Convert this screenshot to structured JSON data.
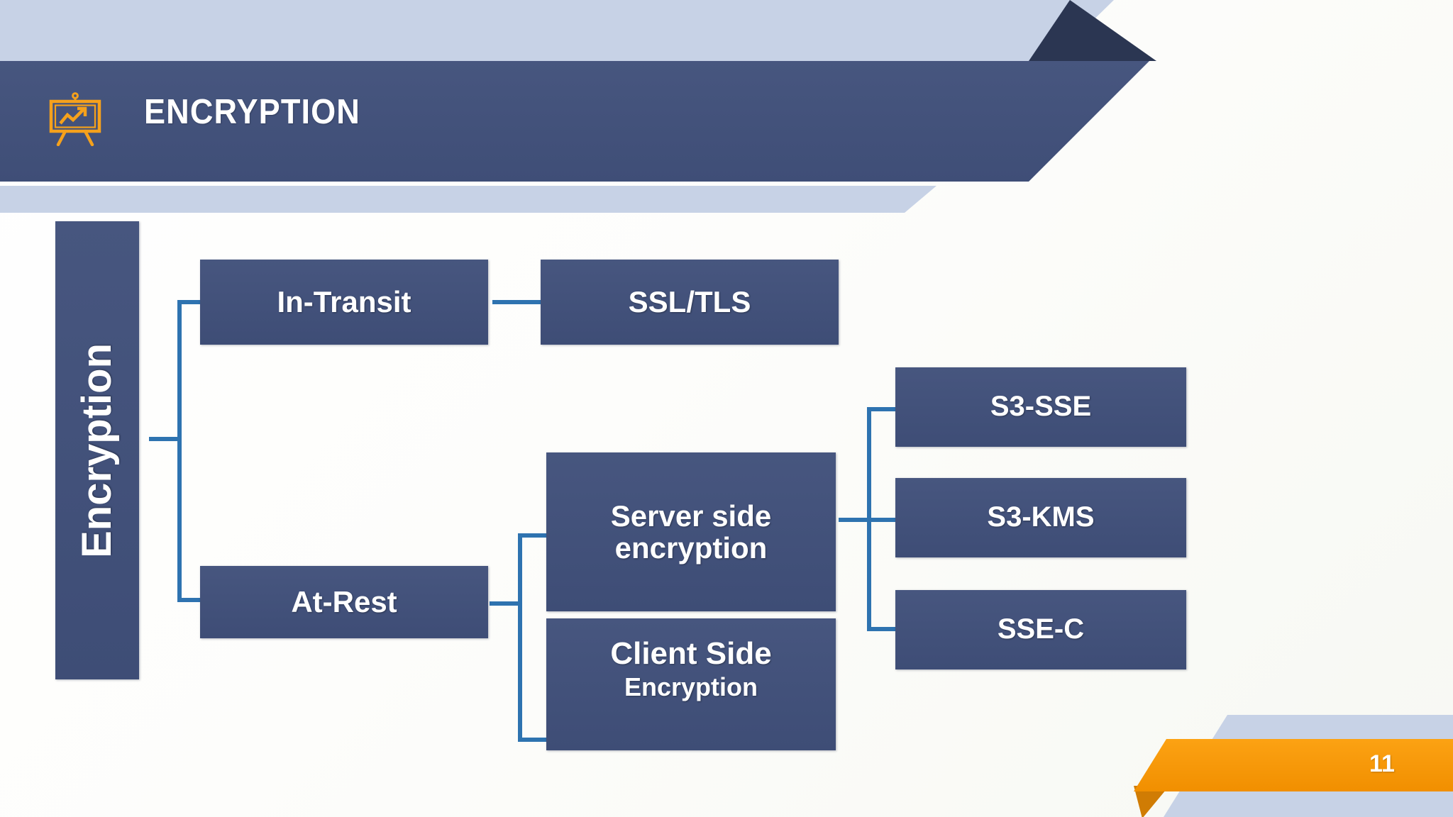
{
  "slide": {
    "title": "ENCRYPTION",
    "page_number": "11",
    "icon": "presentation-chart-icon",
    "colors": {
      "banner_navy": "#404f7d",
      "banner_fold_dark": "#2b3652",
      "band_light_blue": "#c7d2e6",
      "node_fill": "#41507a",
      "connector_blue": "#2e73b0",
      "accent_orange": "#f6960b",
      "accent_orange_fold": "#cf7a05",
      "text_white": "#ffffff",
      "icon_orange": "#f5a11c"
    }
  },
  "diagram": {
    "type": "tree",
    "root": {
      "label": "Encryption",
      "orientation": "vertical"
    },
    "nodes": [
      {
        "id": "in-transit",
        "label": "In-Transit",
        "level": 1
      },
      {
        "id": "ssl-tls",
        "label": "SSL/TLS",
        "level": 2
      },
      {
        "id": "at-rest",
        "label": "At-Rest",
        "level": 1
      },
      {
        "id": "server-side",
        "label": "Server side encryption",
        "level": 2
      },
      {
        "id": "client-side",
        "label_line1": "Client Side",
        "label_line2": "Encryption",
        "level": 2
      },
      {
        "id": "s3-sse",
        "label": "S3-SSE",
        "level": 3
      },
      {
        "id": "s3-kms",
        "label": "S3-KMS",
        "level": 3
      },
      {
        "id": "sse-c",
        "label": "SSE-C",
        "level": 3
      }
    ],
    "edges": [
      {
        "from": "Encryption",
        "to": "In-Transit"
      },
      {
        "from": "Encryption",
        "to": "At-Rest"
      },
      {
        "from": "In-Transit",
        "to": "SSL/TLS"
      },
      {
        "from": "At-Rest",
        "to": "Server side encryption"
      },
      {
        "from": "At-Rest",
        "to": "Client Side Encryption"
      },
      {
        "from": "Server side encryption",
        "to": "S3-SSE"
      },
      {
        "from": "Server side encryption",
        "to": "S3-KMS"
      },
      {
        "from": "Server side encryption",
        "to": "SSE-C"
      }
    ]
  }
}
